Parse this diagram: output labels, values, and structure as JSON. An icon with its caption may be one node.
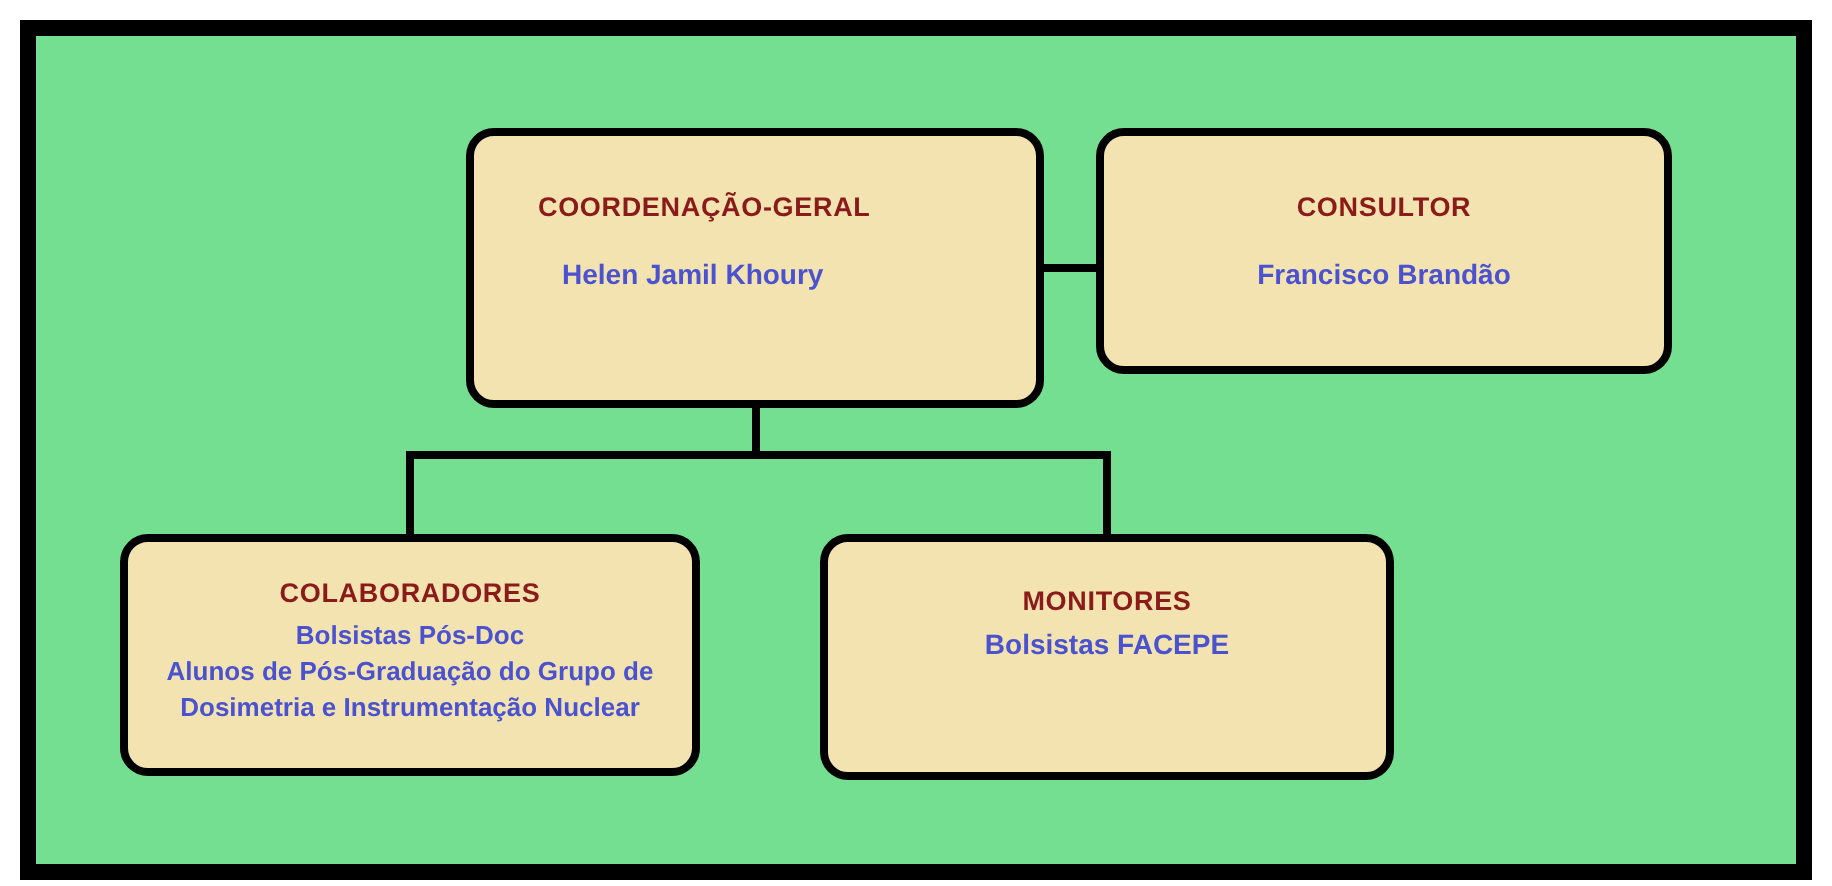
{
  "diagram": {
    "nodes": [
      {
        "text": [
          "COORDENAÇÃO-GERAL",
          "Helen Jamil Khoury"
        ]
      },
      {
        "text": [
          "CONSULTOR",
          "Francisco Brandão"
        ]
      },
      {
        "text": [
          "COLABORADORES",
          "Bolsistas Pós-Doc",
          "Alunos de Pós-Graduação do Grupo de Dosimetria e Instrumentação Nuclear"
        ]
      },
      {
        "text": [
          "MONITORES",
          "Bolsistas FACEPE"
        ]
      }
    ],
    "edges": [
      {
        "from": 0,
        "to": 1,
        "arrow": "none"
      },
      {
        "from": 0,
        "to": 2,
        "arrow": "none"
      },
      {
        "from": 0,
        "to": 3,
        "arrow": "none"
      }
    ]
  }
}
